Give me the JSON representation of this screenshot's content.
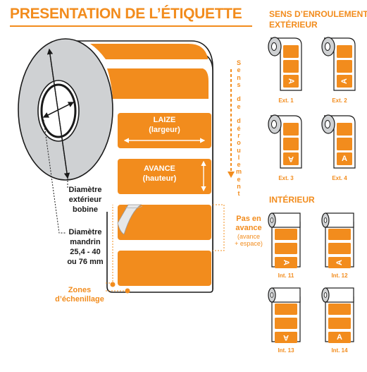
{
  "title": "PRESENTATION DE L’ÉTIQUETTE",
  "colors": {
    "accent": "#f28c1d",
    "roll_gray": "#cfd1d3",
    "dark": "#1a1a1a"
  },
  "main": {
    "laize": {
      "title": "LAIZE",
      "subtitle": "(largeur)"
    },
    "avance": {
      "title": "AVANCE",
      "subtitle": "(hauteur)"
    },
    "sens_letters": [
      "S",
      "e",
      "n",
      "s",
      "",
      "d",
      "e",
      "",
      "d",
      "é",
      "r",
      "o",
      "u",
      "l",
      "e",
      "m",
      "e",
      "n",
      "t"
    ],
    "diametre_exterieur": [
      "Diamètre",
      "extérieur",
      "bobine"
    ],
    "diametre_mandrin": [
      "Diamètre",
      "mandrin",
      "25,4 - 40",
      "ou 76 mm"
    ],
    "pas": {
      "line1": "Pas en",
      "line2": "avance",
      "sub1": "(avance",
      "sub2": "+ espace)"
    },
    "zones": [
      "Zones",
      "d’échenillage"
    ]
  },
  "exterieur": {
    "title_line1": "SENS D’ENROULEMENT",
    "title_line2": "EXTÉRIEUR",
    "items": [
      {
        "label": "Ext. 1",
        "letter": "A"
      },
      {
        "label": "Ext. 2",
        "letter": "A"
      },
      {
        "label": "Ext. 3",
        "letter": "A"
      },
      {
        "label": "Ext. 4",
        "letter": "A"
      }
    ]
  },
  "interieur": {
    "title": "INTÉRIEUR",
    "items": [
      {
        "label": "Int. 11",
        "letter": "A"
      },
      {
        "label": "Int. 12",
        "letter": "A"
      },
      {
        "label": "Int. 13",
        "letter": "A"
      },
      {
        "label": "Int. 14",
        "letter": "A"
      }
    ]
  }
}
